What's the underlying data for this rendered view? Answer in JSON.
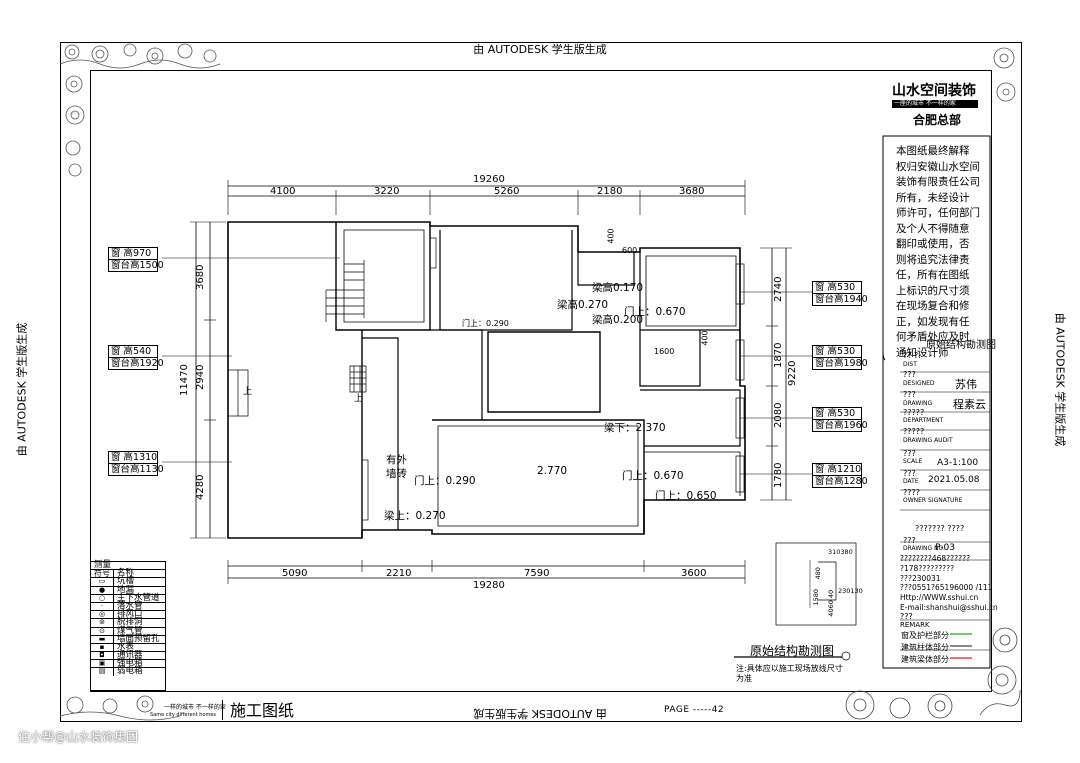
{
  "watermark": "由 AUTODESK 学生版生成",
  "plan": {
    "top_total": "19260",
    "top_dims": [
      "4100",
      "3220",
      "5260",
      "2180",
      "3680"
    ],
    "bottom_total": "19280",
    "bottom_dims": [
      "5090",
      "2210",
      "7590",
      "3600"
    ],
    "left_total": "11470",
    "left_dims": [
      "3680",
      "2940",
      "4280"
    ],
    "right_total": "9220",
    "right_dims": [
      "2740",
      "1870",
      "2080",
      "1780"
    ],
    "left_tags": [
      {
        "r1": "窗  高970",
        "r2": "窗台高1500"
      },
      {
        "r1": "窗  高540",
        "r2": "窗台高1920"
      },
      {
        "r1": "窗  高1310",
        "r2": "窗台高1130"
      }
    ],
    "right_tags": [
      {
        "r1": "窗  高530",
        "r2": "窗台高1940"
      },
      {
        "r1": "窗  高530",
        "r2": "窗台高1980"
      },
      {
        "r1": "窗  高530",
        "r2": "窗台高1960"
      },
      {
        "r1": "窗  高1210",
        "r2": "窗台高1280"
      }
    ],
    "notes": {
      "n1": "梁高0.170",
      "n2": "梁高0.270",
      "n3": "梁高0.200",
      "n4": "门上：0.670",
      "n5": "门上：0.290",
      "n6": "梁下：2.370",
      "n7": "有外",
      "n8": "墙砖",
      "n9": "门上：0.290",
      "n10": "2.770",
      "n11": "门上：0.670",
      "n12": "门上：0.650",
      "n13": "梁上：0.270",
      "n14": "400",
      "n15": "600",
      "n16": "1600",
      "n17": "400",
      "n18": "上",
      "n19": "上"
    }
  },
  "title_block": {
    "brand": "山水空间装饰",
    "slogan": "一座的城市 不一样的家",
    "branch": "合肥总部",
    "disclaimer": [
      "本图纸最终解释",
      "权归安徽山水空间",
      "装饰有限责任公司",
      "所有，未经设计",
      "师许可，任何部门",
      "及个人不得随意",
      "翻印或使用，否",
      "则将追究法律责",
      "任，所有在图纸",
      "上标识的尺寸须",
      "在现场复合和修",
      "正，如发现有任",
      "何矛盾处应及时",
      "通知设计师"
    ],
    "sheet_title_small": "原始结构勘测图",
    "rows": [
      {
        "label": "DIST",
        "code": "?? ?."
      },
      {
        "label": "DESIGNED",
        "code": "???",
        "value": "苏伟"
      },
      {
        "label": "DRAWING",
        "code": "???",
        "value": "程素云"
      },
      {
        "label": "DEPARTMENT",
        "code": "?????"
      },
      {
        "label": "DRAWING AUDIT",
        "code": "?????"
      },
      {
        "label": "SCALE",
        "code": "???",
        "value": "A3-1:100"
      },
      {
        "label": "DATE",
        "code": "???",
        "value": "2021.05.08"
      },
      {
        "label": "OWNER SIGNATURE",
        "code": "????"
      }
    ],
    "owner_code": "??????? ????",
    "drawing_no_code": "???",
    "drawing_no_label": "DRAWING NO.",
    "drawing_no_value": "P-03",
    "contact": [
      "????????468??????",
      "?178?????????",
      "???230031",
      "???0551?65196000 /111",
      "Http://WWW.sshui.cn",
      "E-mail:shanshui@sshui.cn"
    ],
    "remark_code": "???",
    "remark_label": "REMARK",
    "remarks": [
      "窗及护栏部分",
      "建筑柱体部分",
      "建筑梁体部分"
    ]
  },
  "bottom": {
    "plan_title": "原始结构勘测图",
    "note": "注:具体应以施工现场放线尺寸为准",
    "page": "PAGE -----42",
    "construction": "施工图纸",
    "footer_slogan": "一样的城市 不一样的家",
    "footer_slogan_en": "Same city different homes",
    "credit": "住小帮@山水装饰集团"
  },
  "legend": {
    "title": "测量",
    "col_symbol": "符号",
    "col_name": "名称",
    "items": [
      {
        "symbol": "▭",
        "name": "坑槽"
      },
      {
        "symbol": "●",
        "name": "地漏"
      },
      {
        "symbol": "○",
        "name": "主下水管道"
      },
      {
        "symbol": "·",
        "name": "落水管"
      },
      {
        "symbol": "◎",
        "name": "排风口"
      },
      {
        "symbol": "⊚",
        "name": "脱排洞"
      },
      {
        "symbol": "⊙",
        "name": "煤气管"
      },
      {
        "symbol": "▬",
        "name": "墙面预留孔"
      },
      {
        "symbol": "▪",
        "name": "水表"
      },
      {
        "symbol": "◘",
        "name": "通讯器"
      },
      {
        "symbol": "▣",
        "name": "强电箱"
      },
      {
        "symbol": "▤",
        "name": "弱电箱"
      }
    ]
  },
  "detail": {
    "d1": "310380",
    "d2": "480",
    "d3": "230130",
    "d4": "1580",
    "d5": "4060 40"
  }
}
